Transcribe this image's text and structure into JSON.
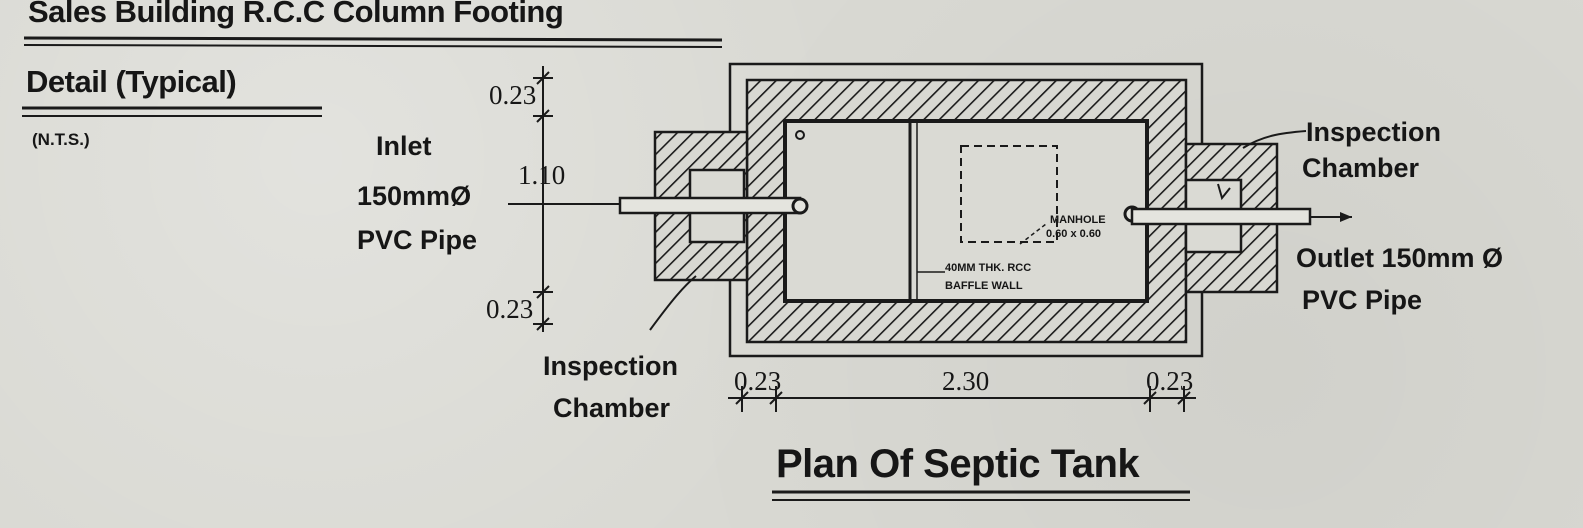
{
  "title_line1": "Sales Building R.C.C  Column Footing",
  "title_line2": "Detail (Typical)",
  "scale_note": "(N.T.S.)",
  "inlet_label": [
    "Inlet",
    "150mmØ",
    "PVC Pipe"
  ],
  "inspection_left": [
    "Inspection",
    "Chamber"
  ],
  "inspection_right": [
    "Inspection",
    "Chamber"
  ],
  "outlet_label": [
    "Outlet 150mm Ø",
    "PVC Pipe"
  ],
  "manhole_label": [
    "MANHOLE",
    "0.60 x 0.60"
  ],
  "baffle_label": [
    "40MM THK. RCC",
    "BAFFLE WALL"
  ],
  "dims": {
    "top_wall": "0.23",
    "inner_width": "1.10",
    "bottom_wall": "0.23",
    "left_wall": "0.23",
    "inner_length": "2.30",
    "right_wall": "0.23"
  },
  "plan_title": "Plan Of Septic Tank"
}
